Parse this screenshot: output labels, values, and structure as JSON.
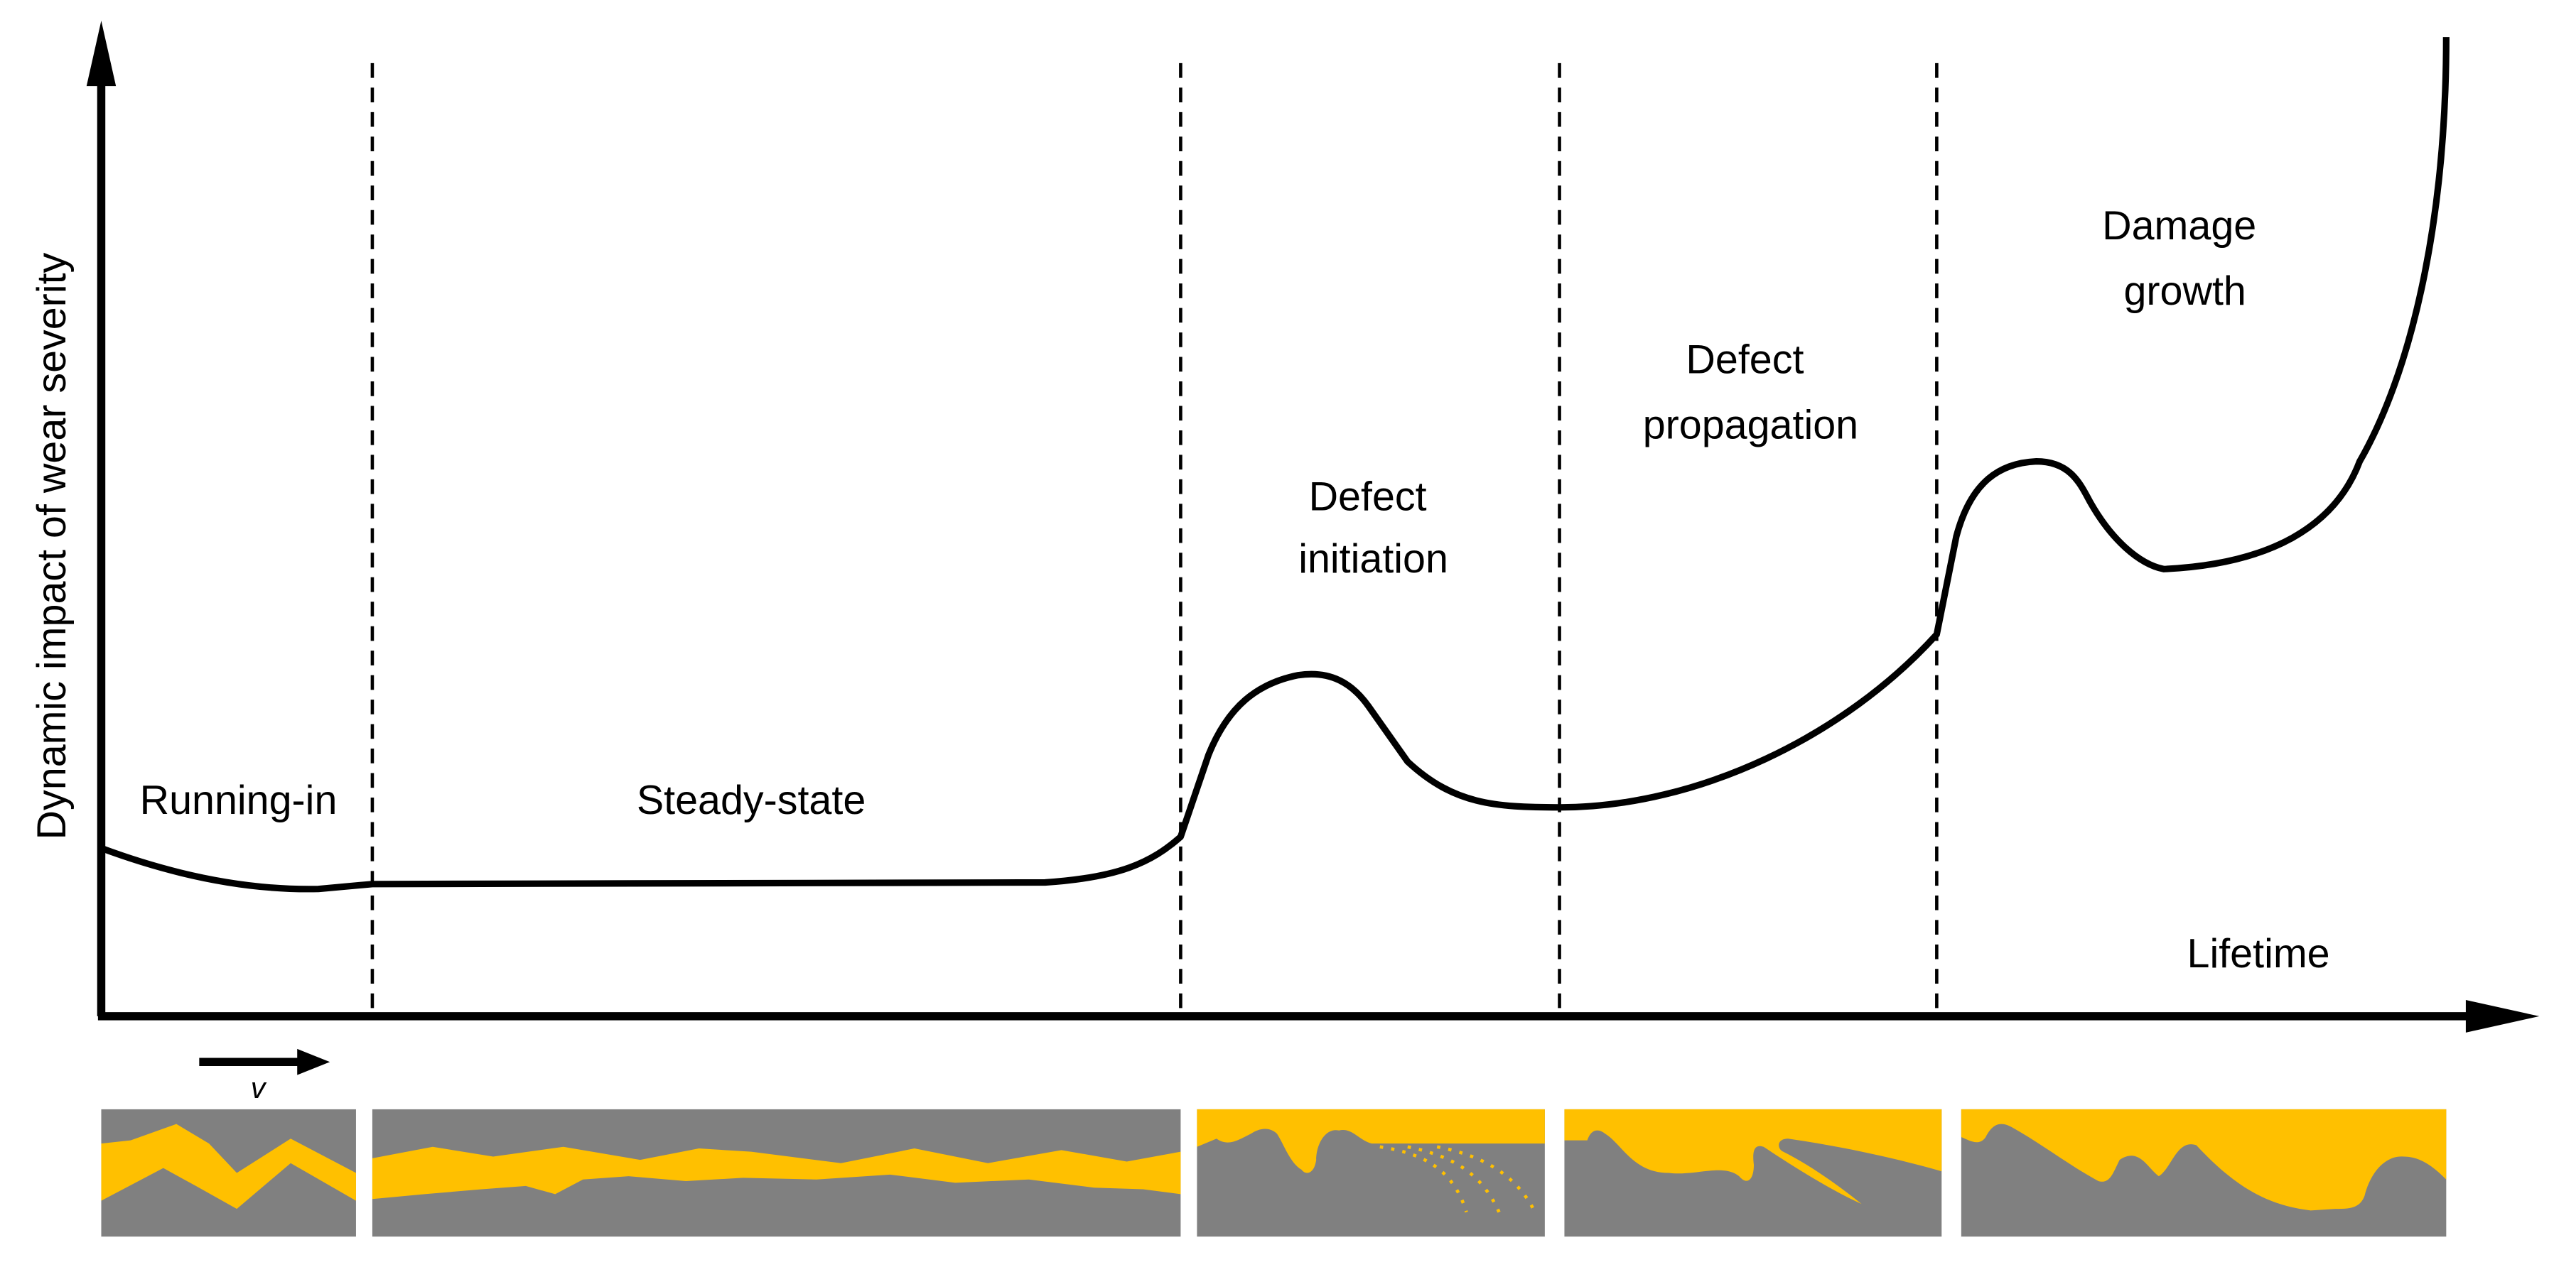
{
  "axes": {
    "ylabel": "Dynamic impact of wear severity",
    "xlabel": "Lifetime"
  },
  "phases": [
    {
      "id": "running-in",
      "lines": [
        "Running-in"
      ]
    },
    {
      "id": "steady-state",
      "lines": [
        "Steady-state"
      ]
    },
    {
      "id": "defect-initiation",
      "lines": [
        "Defect",
        "initiation"
      ]
    },
    {
      "id": "defect-propagation",
      "lines": [
        "Defect",
        "propagation"
      ]
    },
    {
      "id": "damage-growth",
      "lines": [
        "Damage",
        "growth"
      ]
    }
  ],
  "velocity_label": "v",
  "colors": {
    "surface": "#808080",
    "lubricant": "#FFC000",
    "line": "#000000",
    "crack_dots": "#FFC000"
  }
}
